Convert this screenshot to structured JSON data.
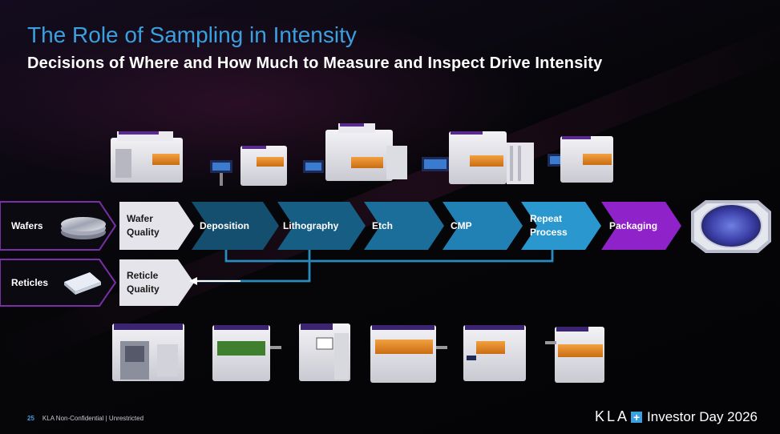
{
  "slide": {
    "title": "The Role of Sampling in Intensity",
    "subtitle": "Decisions of Where and How Much to Measure and Inspect Drive Intensity"
  },
  "inputs": {
    "wafers": "Wafers",
    "reticles": "Reticles"
  },
  "quality": {
    "wafer_line1": "Wafer",
    "wafer_line2": "Quality",
    "reticle_line1": "Reticle",
    "reticle_line2": "Quality"
  },
  "process_steps": {
    "deposition": "Deposition",
    "lithography": "Lithography",
    "etch": "Etch",
    "cmp": "CMP",
    "repeat_line1": "Repeat",
    "repeat_line2": "Process",
    "packaging": "Packaging"
  },
  "colors": {
    "accent_blue": "#3aa0e0",
    "step_dark": "#144f70",
    "step_mid": "#1b6d9a",
    "step_light": "#2a97cf",
    "packaging": "#8f22c9",
    "quality_gray": "#e4e4ea",
    "input_border": "#7a2fa8"
  },
  "footer": {
    "page_number": "25",
    "classification": "KLA Non-Confidential | Unrestricted",
    "logo": "KLA",
    "event": "Investor Day 2026"
  }
}
